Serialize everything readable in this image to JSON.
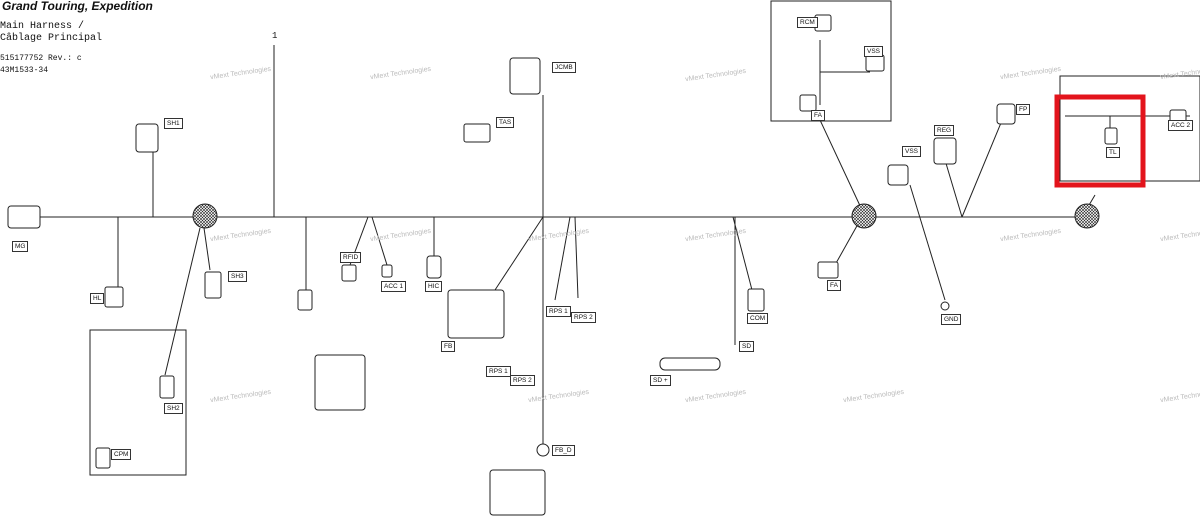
{
  "header": {
    "title": "Grand Touring, Expedition",
    "harness_en": "Main Harness /",
    "harness_fr": "Câblage Principal",
    "part_number": "515177752 Rev.: c",
    "doc_code": "43M1533-34"
  },
  "branch_number": "1",
  "connectors": {
    "MG": "MG",
    "SH1": "SH1",
    "SH3": "SH3",
    "HL": "HL",
    "SH2": "SH2",
    "CPM": "CPM",
    "JCMB": "JCMB",
    "TAS": "TAS",
    "RFID": "RFID",
    "ACC1": "ACC 1",
    "HIC": "HIC",
    "FB": "FB",
    "RPS1": "RPS 1",
    "RPS2": "RPS 2",
    "RPS1b": "RPS 1",
    "RPS2b": "RPS 2",
    "FB_D": "FB_D",
    "COM": "COM",
    "SD": "SD",
    "SDp": "SD +",
    "RCM": "RCM",
    "VSS_top": "VSS",
    "FA_top": "FA",
    "VSS": "VSS",
    "REG": "REG",
    "FP": "FP",
    "TL": "TL",
    "ACC2": "ACC 2",
    "FA": "FA",
    "GND": "GND"
  },
  "watermark": "vMext Technologies",
  "highlight_color": "#e3141c"
}
